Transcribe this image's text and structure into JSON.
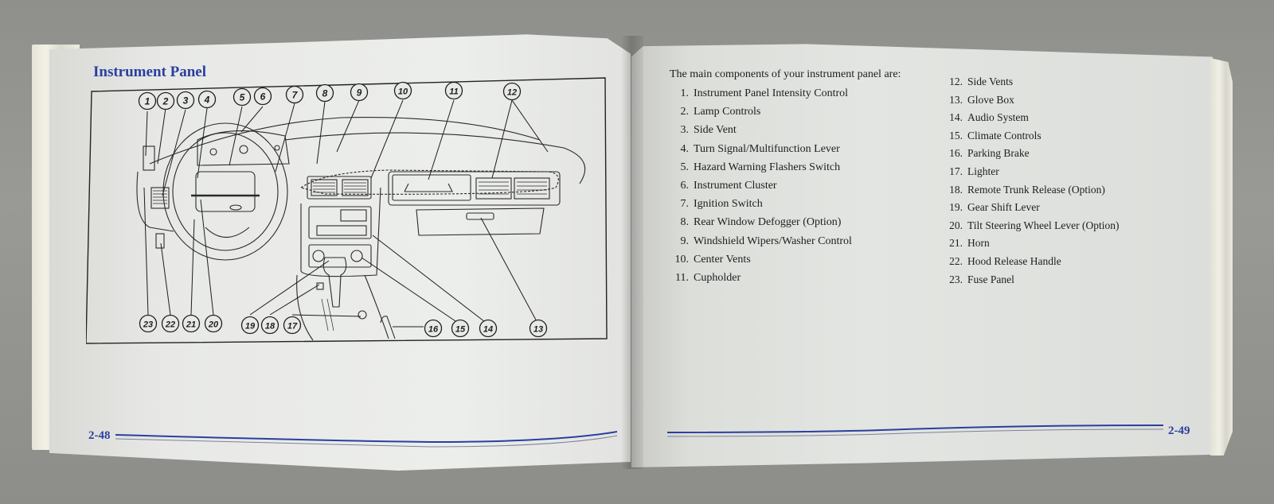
{
  "book": {
    "left_page": {
      "section_title": "Instrument Panel",
      "page_number": "2-48",
      "figure": {
        "callouts_top": [
          "1",
          "2",
          "3",
          "4",
          "5",
          "6",
          "7",
          "8",
          "9",
          "10",
          "11",
          "12"
        ],
        "callouts_bottom": [
          "23",
          "22",
          "21",
          "20",
          "19",
          "18",
          "17",
          "16",
          "15",
          "14",
          "13"
        ]
      }
    },
    "right_page": {
      "intro": "The main components of your instrument panel are:",
      "page_number": "2-49",
      "components_col1": [
        {
          "num": "1.",
          "label": "Instrument Panel Intensity Control"
        },
        {
          "num": "2.",
          "label": "Lamp Controls"
        },
        {
          "num": "3.",
          "label": "Side Vent"
        },
        {
          "num": "4.",
          "label": "Turn Signal/Multifunction Lever"
        },
        {
          "num": "5.",
          "label": "Hazard Warning Flashers Switch"
        },
        {
          "num": "6.",
          "label": "Instrument Cluster"
        },
        {
          "num": "7.",
          "label": "Ignition Switch"
        },
        {
          "num": "8.",
          "label": "Rear Window Defogger (Option)"
        },
        {
          "num": "9.",
          "label": "Windshield Wipers/Washer Control"
        },
        {
          "num": "10.",
          "label": "Center Vents"
        },
        {
          "num": "11.",
          "label": "Cupholder"
        }
      ],
      "components_col2": [
        {
          "num": "12.",
          "label": "Side Vents"
        },
        {
          "num": "13.",
          "label": "Glove Box"
        },
        {
          "num": "14.",
          "label": "Audio System"
        },
        {
          "num": "15.",
          "label": "Climate Controls"
        },
        {
          "num": "16.",
          "label": "Parking Brake"
        },
        {
          "num": "17.",
          "label": "Lighter"
        },
        {
          "num": "18.",
          "label": "Remote Trunk Release (Option)"
        },
        {
          "num": "19.",
          "label": "Gear Shift Lever"
        },
        {
          "num": "20.",
          "label": "Tilt Steering Wheel Lever (Option)"
        },
        {
          "num": "21.",
          "label": "Horn"
        },
        {
          "num": "22.",
          "label": "Hood Release Handle"
        },
        {
          "num": "23.",
          "label": "Fuse Panel"
        }
      ]
    },
    "colors": {
      "accent_blue": "#2a3fa0",
      "rule_gray": "#7f8296",
      "ink": "#1e1e1e"
    }
  }
}
